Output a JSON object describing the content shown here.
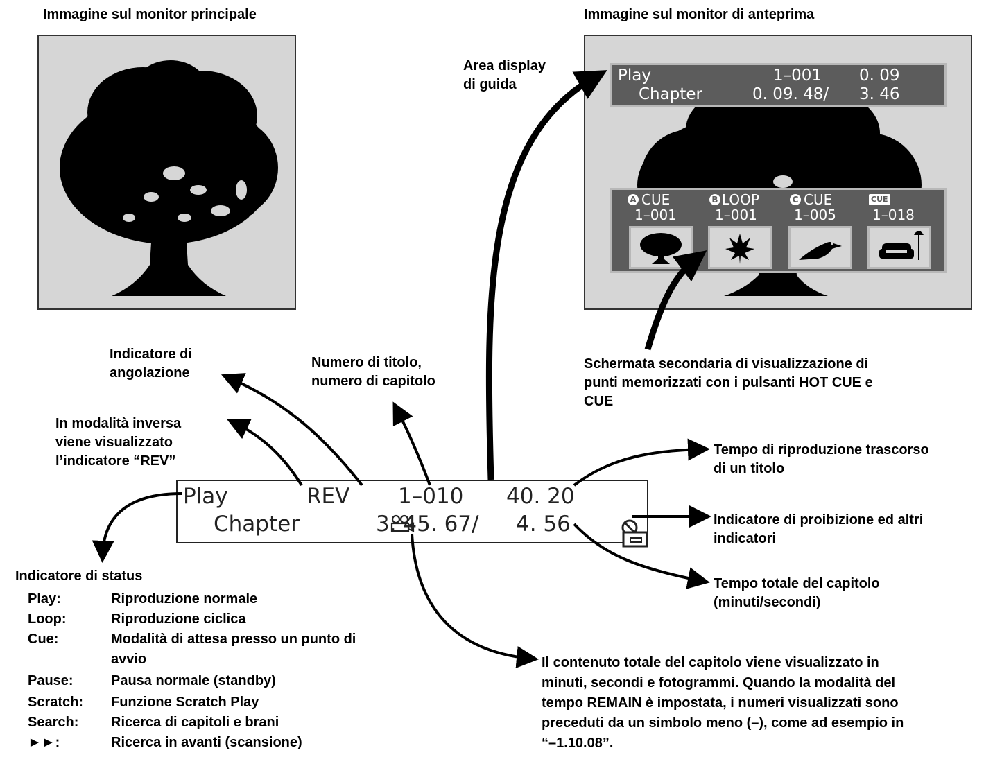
{
  "headings": {
    "main_monitor": "Immagine sul monitor principale",
    "preview_monitor": "Immagine sul monitor di anteprima"
  },
  "preview": {
    "guide_area_label_line1": "Area display",
    "guide_area_label_line2": "di guida",
    "guide": {
      "status": "Play",
      "title_chapter": "1–001",
      "title_time": "0. 09",
      "chapter_label": "Chapter",
      "chapter_time": "0. 09. 48/",
      "chapter_total": "3. 46"
    },
    "memory_points": [
      {
        "badge": "A",
        "mode": "CUE",
        "number": "1–001",
        "thumb_icon": "tree-icon"
      },
      {
        "badge": "B",
        "mode": "LOOP",
        "number": "1–001",
        "thumb_icon": "leaf-icon"
      },
      {
        "badge": "C",
        "mode": "CUE",
        "number": "1–005",
        "thumb_icon": "toucan-icon"
      },
      {
        "badge": "CUE",
        "mode": "",
        "number": "1–018",
        "thumb_icon": "sofa-icon"
      }
    ],
    "memory_label_line1": "Schermata secondaria di visualizzazione di",
    "memory_label_line2": "punti memorizzati con i pulsanti HOT CUE e",
    "memory_label_line3": "CUE"
  },
  "display": {
    "status": "Play",
    "rev": "REV",
    "title_chapter": "1–010",
    "title_time": "40. 20",
    "chapter_label": "Chapter",
    "chapter_time": "3. 45. 67/",
    "chapter_total": "4. 56"
  },
  "callouts": {
    "angle_line1": "Indicatore di",
    "angle_line2": "angolazione",
    "title_number_line1": "Numero di titolo,",
    "title_number_line2": "numero di capitolo",
    "rev_line1": "In modalità inversa",
    "rev_line2": "viene visualizzato",
    "rev_line3": "l’indicatore “REV”",
    "elapsed_line1": "Tempo di riproduzione trascorso",
    "elapsed_line2": "di un titolo",
    "prohibit_line1": "Indicatore di proibizione ed altri",
    "prohibit_line2": "indicatori",
    "chapter_total_line1": "Tempo totale del capitolo",
    "chapter_total_line2": "(minuti/secondi)",
    "content_line1": "Il contenuto totale del capitolo viene visualizzato in",
    "content_line2": "minuti, secondi e fotogrammi.  Quando la modalità del",
    "content_line3": "tempo REMAIN è impostata, i numeri visualizzati sono",
    "content_line4": "preceduti da un simbolo meno (–), come ad esempio in",
    "content_line5": "“–1.10.08”."
  },
  "status_legend": {
    "heading": "Indicatore di status",
    "items": [
      {
        "key": "Play:",
        "desc": "Riproduzione normale"
      },
      {
        "key": "Loop:",
        "desc": "Riproduzione ciclica"
      },
      {
        "key": "Cue:",
        "desc": "Modalità di attesa presso un punto di"
      },
      {
        "key": "",
        "desc": "avvio"
      },
      {
        "key": "Pause:",
        "desc": "Pausa normale (standby)"
      },
      {
        "key": "Scratch:",
        "desc": "Funzione Scratch Play"
      },
      {
        "key": "Search:",
        "desc": "Ricerca di capitoli e brani"
      },
      {
        "key": "►►:",
        "desc": "Ricerca in avanti (scansione)"
      }
    ]
  }
}
